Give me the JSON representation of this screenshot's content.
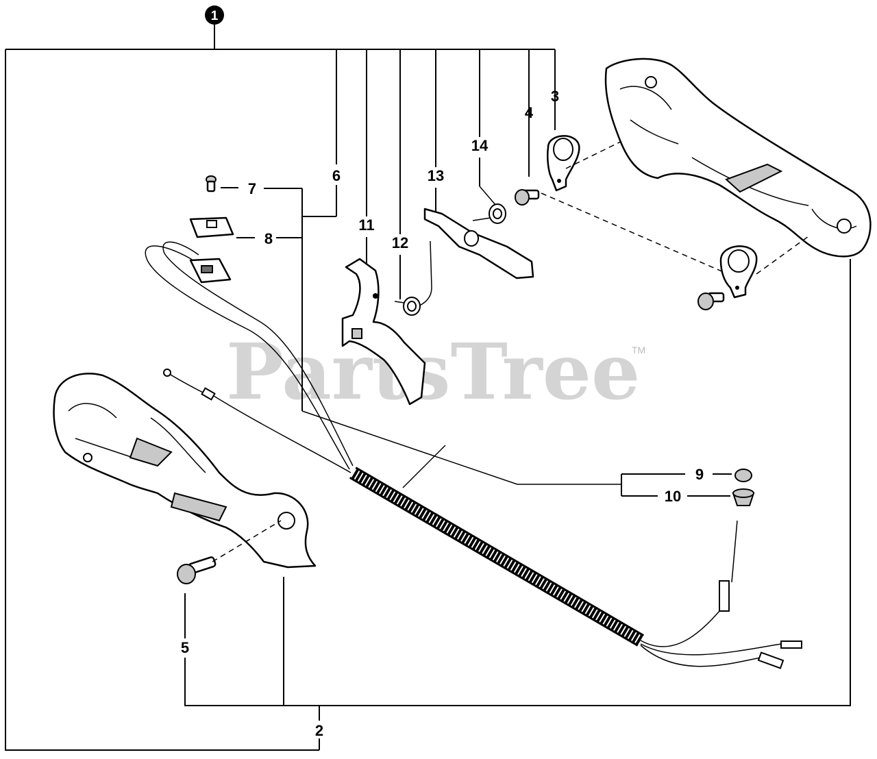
{
  "diagram": {
    "assembly_number": "1",
    "watermark": "PartsTree",
    "trademark": "TM",
    "callouts": [
      {
        "id": "2",
        "text": "2"
      },
      {
        "id": "3",
        "text": "3"
      },
      {
        "id": "4",
        "text": "4"
      },
      {
        "id": "5",
        "text": "5"
      },
      {
        "id": "6",
        "text": "6"
      },
      {
        "id": "7",
        "text": "7"
      },
      {
        "id": "8",
        "text": "8"
      },
      {
        "id": "9",
        "text": "9"
      },
      {
        "id": "10",
        "text": "10"
      },
      {
        "id": "11",
        "text": "11"
      },
      {
        "id": "12",
        "text": "12"
      },
      {
        "id": "13",
        "text": "13"
      },
      {
        "id": "14",
        "text": "14"
      }
    ]
  }
}
